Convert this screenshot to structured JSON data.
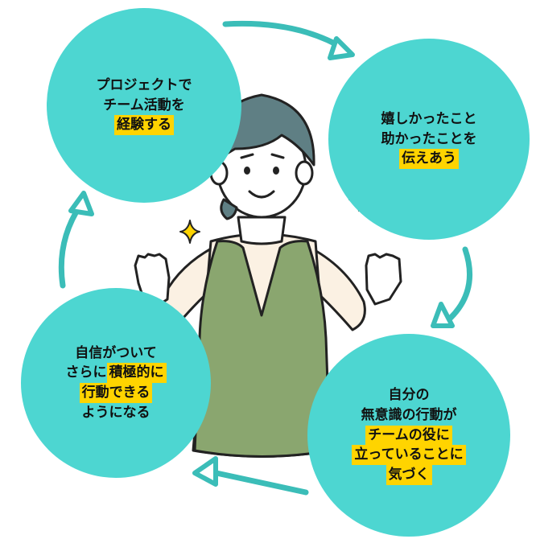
{
  "circles": [
    {
      "id": "c1",
      "lines": [
        "プロジェクトで",
        "チーム活動を"
      ],
      "highlighted": [
        "経験する"
      ]
    },
    {
      "id": "c2",
      "lines": [
        "嬉しかったこと",
        "助かったことを"
      ],
      "highlighted": [
        "伝えあう"
      ]
    },
    {
      "id": "c3",
      "lines": [
        "自分の",
        "無意識の行動が"
      ],
      "highlighted": [
        "チームの役に",
        "立っていることに",
        "気づく"
      ]
    },
    {
      "id": "c4",
      "lines": [
        "自信がついて",
        "さらに"
      ],
      "inline_highlight": "積極的に",
      "highlighted": [
        "行動できる"
      ],
      "after": [
        "ようになる"
      ]
    }
  ],
  "colors": {
    "circle": "#4dd6d1",
    "highlight": "#ffd400",
    "arrow": "#3bbdb8",
    "vest": "#8aa66f",
    "hair": "#5f7f84"
  }
}
